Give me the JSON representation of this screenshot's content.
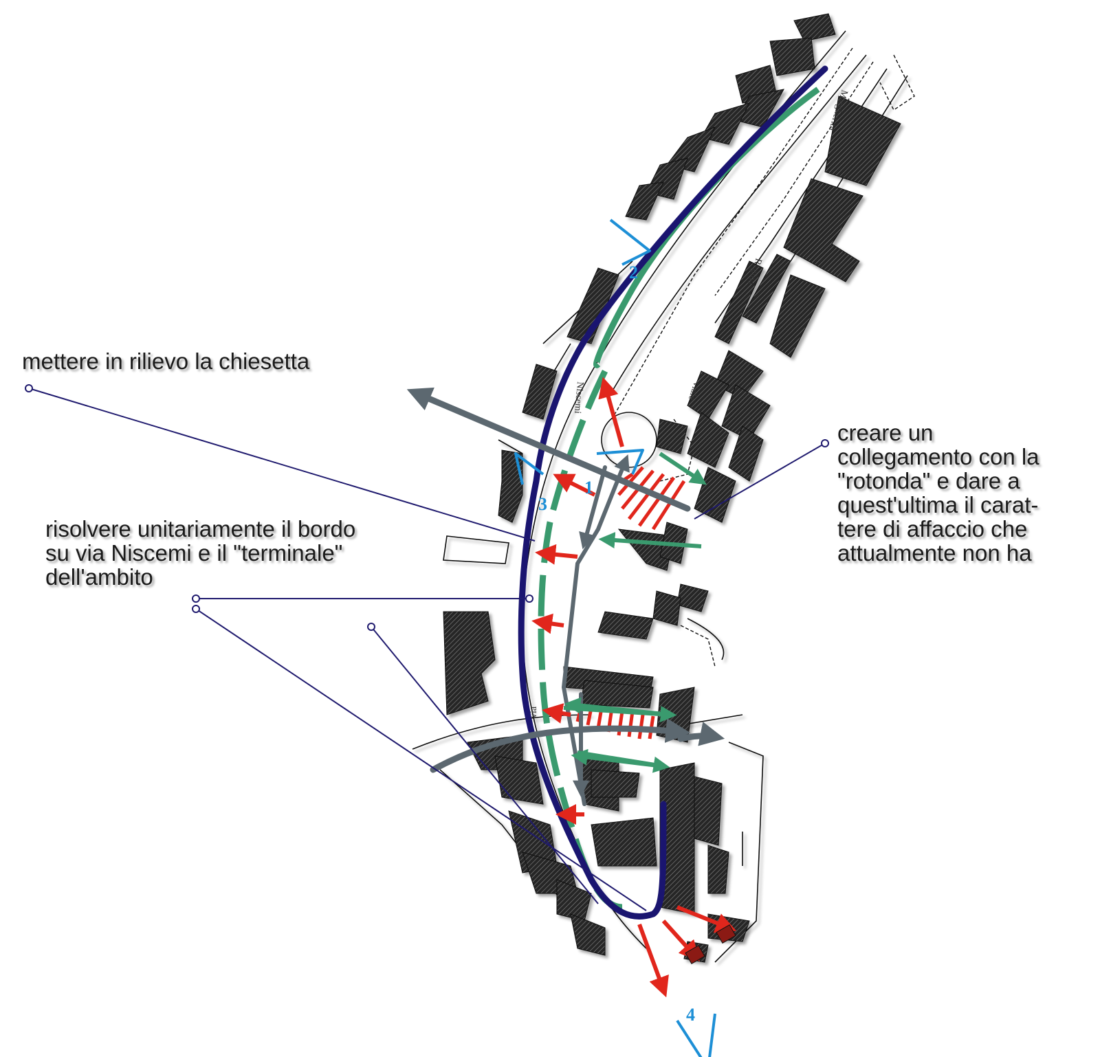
{
  "colors": {
    "building": "#2f2f2f",
    "route_blue": "#1a1570",
    "green_path": "#3a9a6e",
    "red_arrow": "#e1261c",
    "gray_arrow": "#5c6870",
    "viewpoint": "#1d8fd6",
    "leader_line": "#1f1a6e"
  },
  "annotations": {
    "chiesetta": "mettere in rilievo la chiesetta",
    "bordo": [
      "risolvere unitariamente il bordo",
      "su via Niscemi e il \"terminale\"",
      "dell'ambito"
    ],
    "rotonda": [
      "creare un",
      "collegamento con la",
      "\"rotonda\" e dare a",
      "quest'ultima il carat-",
      "tere di affaccio che",
      "attualmente non ha"
    ]
  },
  "street_labels": {
    "margherita": "Margherita",
    "regina": "Regina",
    "viale": "viale",
    "niscemi": "Niscemi",
    "via": "via"
  },
  "viewpoints": [
    "1",
    "2",
    "3",
    "4"
  ]
}
